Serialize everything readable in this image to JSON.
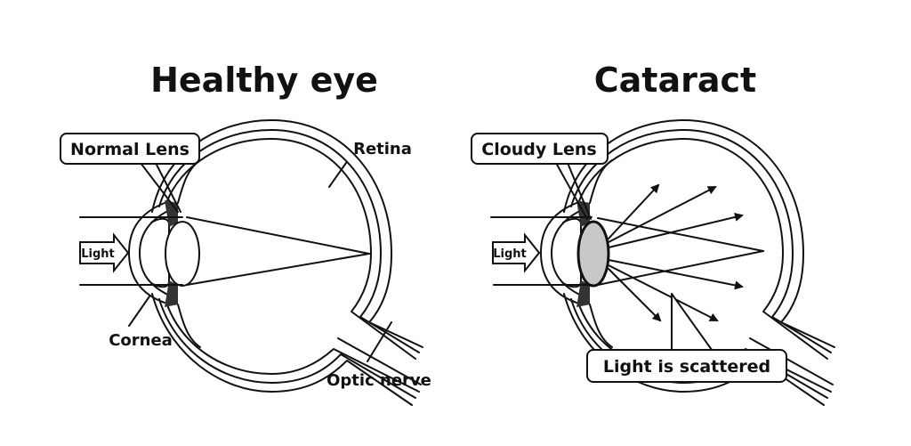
{
  "panels": [
    {
      "title": "Healthy eye",
      "callout": "Normal Lens",
      "arrow_label": "Light",
      "labels": {
        "retina": "Retina",
        "cornea": "Cornea",
        "optic_nerve": "Optic nerve"
      },
      "lens_state": "clear",
      "light_behavior": "focused"
    },
    {
      "title": "Cataract",
      "callout": "Cloudy Lens",
      "arrow_label": "Light",
      "scatter_label": "Light is scattered",
      "lens_state": "cloudy",
      "lens_fill": "#c8c8c8",
      "light_behavior": "scattered"
    }
  ]
}
